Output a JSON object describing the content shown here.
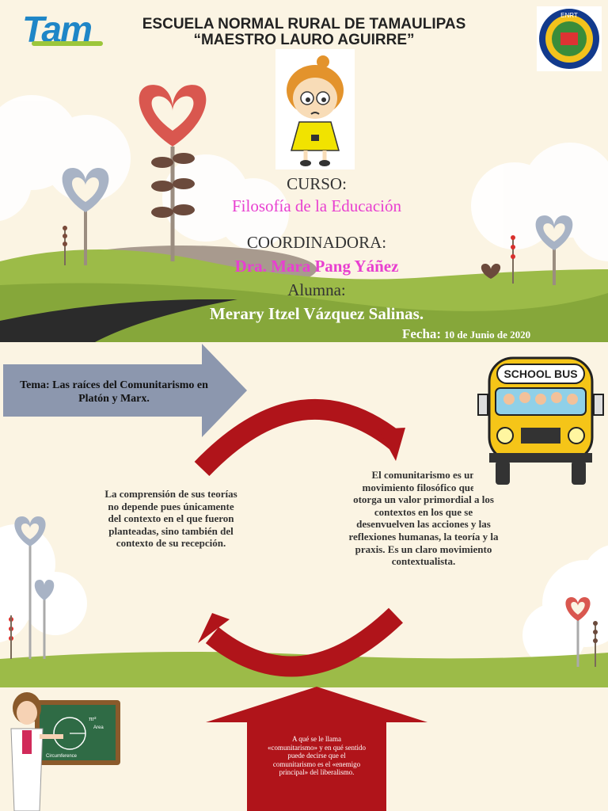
{
  "header": {
    "logo_text": "Tam",
    "school_line1": "ESCUELA NORMAL RURAL DE TAMAULIPAS",
    "school_line2": "“MAESTRO LAURO AGUIRRE”",
    "seal_text": "ENRT"
  },
  "cover": {
    "curso_label": "CURSO:",
    "curso_value": "Filosofía de la Educación",
    "coordinadora_label": "COORDINADORA:",
    "coordinadora_value": "Dra. Mara Pang Yáñez",
    "alumna_label": "Alumna:",
    "alumna_value": "Merary Itzel Vázquez Salinas.",
    "fecha_label": "Fecha:",
    "fecha_value": "10 de Junio de 2020"
  },
  "infographic": {
    "tema": "Tema: Las raíces del Comunitarismo en Platón y Marx.",
    "left_text": "La comprensión de sus teorías no depende pues únicamente del contexto en el que fueron planteadas, sino también del contexto de su recepción.",
    "right_text": "El comunitarismo es un movimiento filosófico que le otorga un valor primordial a los contextos en los que se desenvuelven las acciones y las reflexiones humanas, la teoría y la praxis. Es un claro movimiento contextualista.",
    "bus_sign": "SCHOOL BUS",
    "question": "A qué se le llama «comunitarismo» y en qué sentido puede decirse que el comunitarismo es el «enemigo principal» del liberalismo.",
    "board_circumference": "Circumference",
    "board_area": "Area",
    "board_formula": "πr²"
  },
  "colors": {
    "pink": "#e83fd0",
    "dark_red": "#b0141a",
    "arrow_blue": "#8c97ae",
    "grass": "#9cbb48",
    "text": "#333333"
  }
}
